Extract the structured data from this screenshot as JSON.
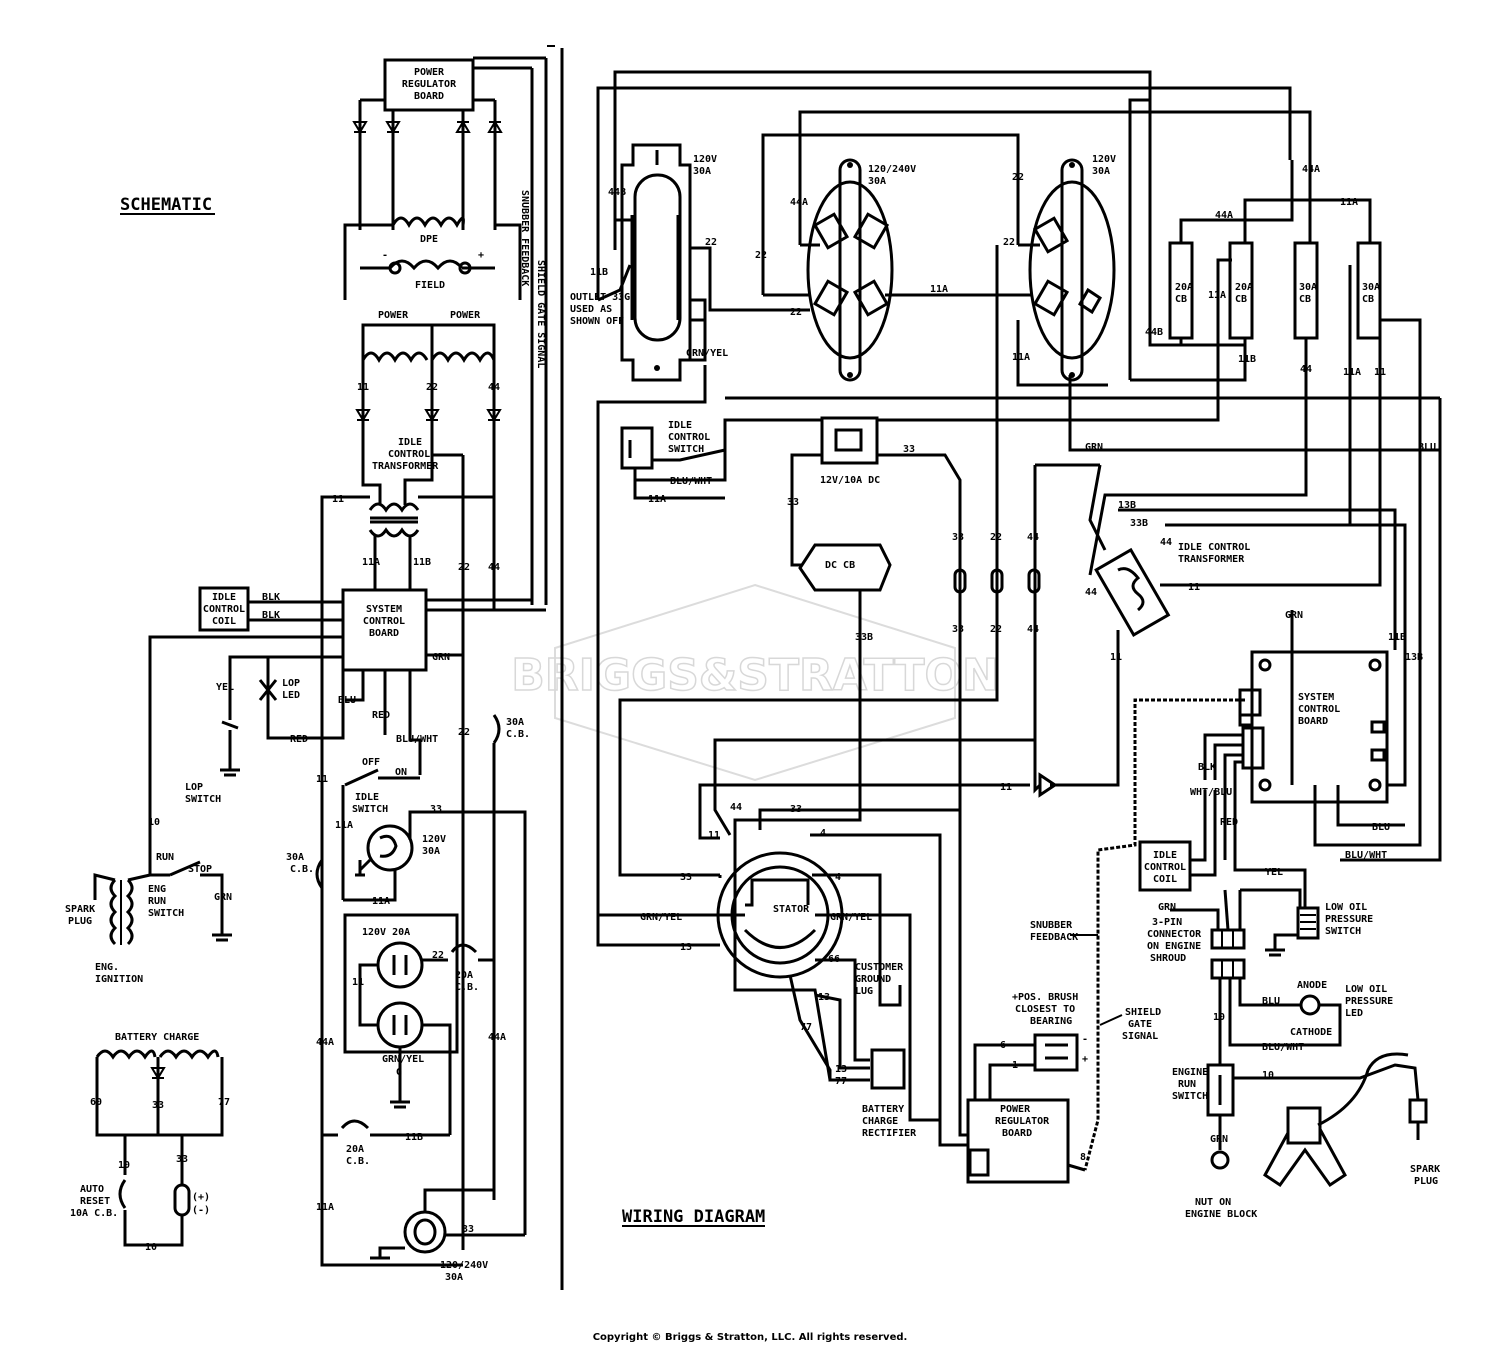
{
  "titles": {
    "schematic": "SCHEMATIC",
    "wiring": "WIRING DIAGRAM",
    "watermark": "BRIGGS&STRATTON",
    "copyright": "Copyright © Briggs & Stratton, LLC. All rights reserved."
  },
  "schematic": {
    "power_regulator_board": [
      "POWER",
      "REGULATOR",
      "BOARD"
    ],
    "dpe": "DPE",
    "field": "FIELD",
    "power1": "POWER",
    "power2": "POWER",
    "idle_transformer": [
      "IDLE",
      "CONTROL",
      "TRANSFORMER"
    ],
    "system_control_board": [
      "SYSTEM",
      "CONTROL",
      "BOARD"
    ],
    "idle_control_coil": [
      "IDLE",
      "CONTROL",
      "COIL"
    ],
    "snubber": "SNUBBER FEEDBACK",
    "shield_gate": "SHIELD GATE SIGNAL",
    "blk1": "BLK",
    "blk2": "BLK",
    "grn": "GRN",
    "blu": "BLU",
    "red": "RED",
    "blu_wht": "BLU/WHT",
    "yel": "YEL",
    "lop_led": [
      "LOP",
      "LED"
    ],
    "lop_switch": [
      "LOP",
      "SWITCH"
    ],
    "idle_switch": [
      "IDLE",
      "SWITCH"
    ],
    "off": "OFF",
    "on": "ON",
    "r120v30a": [
      "120V",
      "30A"
    ],
    "cb30a_left": [
      "30A",
      "C.B."
    ],
    "cb30a_right": [
      "30A",
      "C.B."
    ],
    "recept_120v20a": "120V 20A",
    "cb20a_1": [
      "20A",
      "C.B."
    ],
    "cb20a_2": [
      "20A",
      "C.B."
    ],
    "grn_yel": "GRN/YEL",
    "r120_240": [
      "120/240V",
      "30A"
    ],
    "run": "RUN",
    "stop": "STOP",
    "eng_switch": [
      "ENG",
      "RUN",
      "SWITCH"
    ],
    "spark_plug": [
      "SPARK",
      "PLUG"
    ],
    "elec_ignition": [
      "ENG.",
      "IGNITION"
    ],
    "battery_charge": "BATTERY CHARGE",
    "auto_reset": [
      "AUTO",
      "RESET",
      "10A C.B."
    ],
    "plus": "(+)",
    "minus": "(-)",
    "wires": [
      "11",
      "22",
      "44",
      "22",
      "44",
      "11A",
      "11B",
      "33",
      "33",
      "22",
      "44",
      "11",
      "11A",
      "11A",
      "44",
      "10",
      "60",
      "77",
      "33",
      "11",
      "10",
      "44A",
      "22",
      "11",
      "44A",
      "11A",
      "11B",
      "33"
    ]
  },
  "wiring": {
    "outlet_120v30a": [
      "120V",
      "30A"
    ],
    "outlet_120_240": [
      "120/240V",
      "30A"
    ],
    "outlet_120v30a_b": [
      "120V",
      "30A"
    ],
    "cb1": [
      "20A",
      "CB"
    ],
    "cb2": [
      "20A",
      "CB"
    ],
    "cb3": [
      "30A",
      "CB"
    ],
    "cb4": [
      "30A",
      "CB"
    ],
    "outlet_note": [
      "OUTLET 33G",
      "USED AS",
      "SHOWN OFF"
    ],
    "grn_yel": "GRN/YEL",
    "idle_control_switch": [
      "IDLE",
      "CONTROL",
      "SWITCH"
    ],
    "blu_wht": "BLU/WHT",
    "dc_cb": "12V/10A DC",
    "dc_cb2": "DC CB",
    "idle_transformer": [
      "IDLE CONTROL",
      "TRANSFORMER"
    ],
    "system_control_board": [
      "SYSTEM",
      "CONTROL",
      "BOARD"
    ],
    "stator": "STATOR",
    "grn_yel2": "GRN/YEL",
    "customer_ground": [
      "CUSTOMER",
      "GROUND",
      "LUG"
    ],
    "battery_rectifier": [
      "BATTERY",
      "CHARGE",
      "RECTIFIER"
    ],
    "power_reg_board": [
      "POWER",
      "REGULATOR",
      "BOARD"
    ],
    "brush_note": [
      "+POS. BRUSH",
      "CLOSEST TO",
      "BEARING"
    ],
    "snubber": [
      "SNUBBER",
      "FEEDBACK"
    ],
    "shield_gate": [
      "SHIELD",
      "GATE",
      "SIGNAL"
    ],
    "idle_coil": [
      "IDLE",
      "CONTROL",
      "COIL"
    ],
    "connector": [
      "3-PIN",
      "CONNECTOR",
      "ON ENGINE",
      "SHROUD"
    ],
    "low_oil_switch": [
      "LOW OIL",
      "PRESSURE",
      "SWITCH"
    ],
    "anode": "ANODE",
    "cathode": "CATHODE",
    "low_oil_led": [
      "LOW OIL",
      "PRESSURE",
      "LED"
    ],
    "engine_run_switch": [
      "ENGINE",
      "RUN",
      "SWITCH"
    ],
    "nut_engine": [
      "NUT ON",
      "ENGINE BLOCK"
    ],
    "spark_plug": [
      "SPARK",
      "PLUG"
    ],
    "blk": "BLK",
    "wht_blu": "WHT/BLU",
    "red": "RED",
    "yel": "YEL",
    "blu": "BLU",
    "blu_wht2": "BLU/WHT",
    "blu2": "BLU",
    "blu_wht3": "BLU/WHT",
    "grn": "GRN",
    "grn2": "GRN",
    "grn3": "GRN",
    "blu3": "BLU",
    "wires": [
      "44B",
      "11B",
      "22",
      "44A",
      "22",
      "11A",
      "22",
      "44A",
      "11A",
      "44B",
      "11B",
      "44",
      "11A",
      "11",
      "11A",
      "33",
      "33",
      "22",
      "44",
      "33",
      "22",
      "44",
      "13B",
      "33B",
      "44",
      "11",
      "13",
      "22",
      "44",
      "33",
      "66",
      "4",
      "7",
      "77",
      "6",
      "1",
      "8",
      "10",
      "11B",
      "13B",
      "11",
      "44A",
      "11A",
      "11"
    ]
  }
}
